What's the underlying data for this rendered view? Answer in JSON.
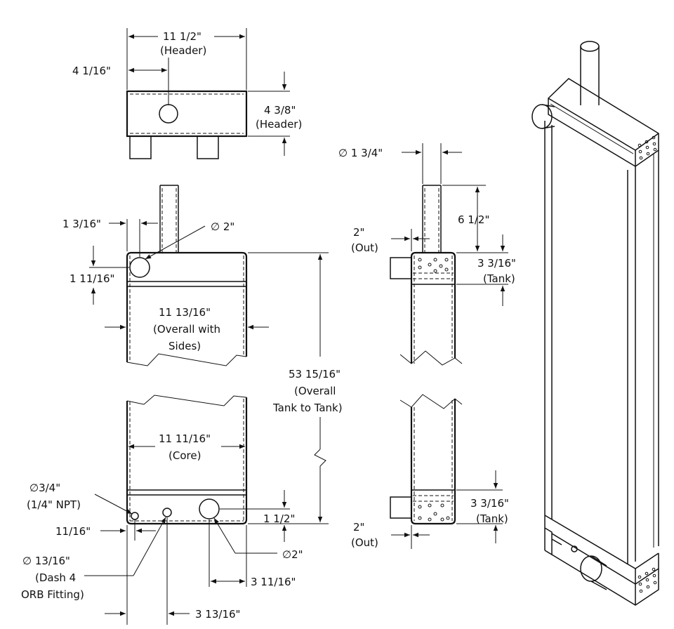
{
  "labels": {
    "header_width": "11 1/2\"",
    "header_width_note": "(Header)",
    "header_inlet_offset": "4 1/16\"",
    "header_depth": "4 3/8\"",
    "header_depth_note": "(Header)",
    "pipe_dia": "∅ 1 3/4\"",
    "pipe_height": "6 1/2\"",
    "inlet_offset": "1 3/16\"",
    "inlet_dia": "∅ 2\"",
    "inlet_height": "1 11/16\"",
    "overall_width": "11 13/16\"",
    "overall_width_note1": "(Overall with",
    "overall_width_note2": "Sides)",
    "overall_length": "53 15/16\"",
    "overall_length_note1": "(Overall",
    "overall_length_note2": "Tank to Tank)",
    "out_top": "2\"",
    "out_top_note": "(Out)",
    "tank_top": "3 3/16\"",
    "tank_top_note": "(Tank)",
    "core_width": "11 11/16\"",
    "core_width_note": "(Core)",
    "npt_dia": "∅3/4\"",
    "npt_note": "(1/4\" NPT)",
    "npt_offset": "11/16\"",
    "bottom_height": "1 1/2\"",
    "tank_bottom": "3 3/16\"",
    "tank_bottom_note": "(Tank)",
    "out_bottom": "2\"",
    "out_bottom_note": "(Out)",
    "orb_dia": "∅ 13/16\"",
    "orb_note1": "(Dash 4",
    "orb_note2": "ORB Fitting)",
    "outlet_dia": "∅2\"",
    "outlet_offset": "3 11/16\"",
    "orb_offset": "3 13/16\""
  }
}
